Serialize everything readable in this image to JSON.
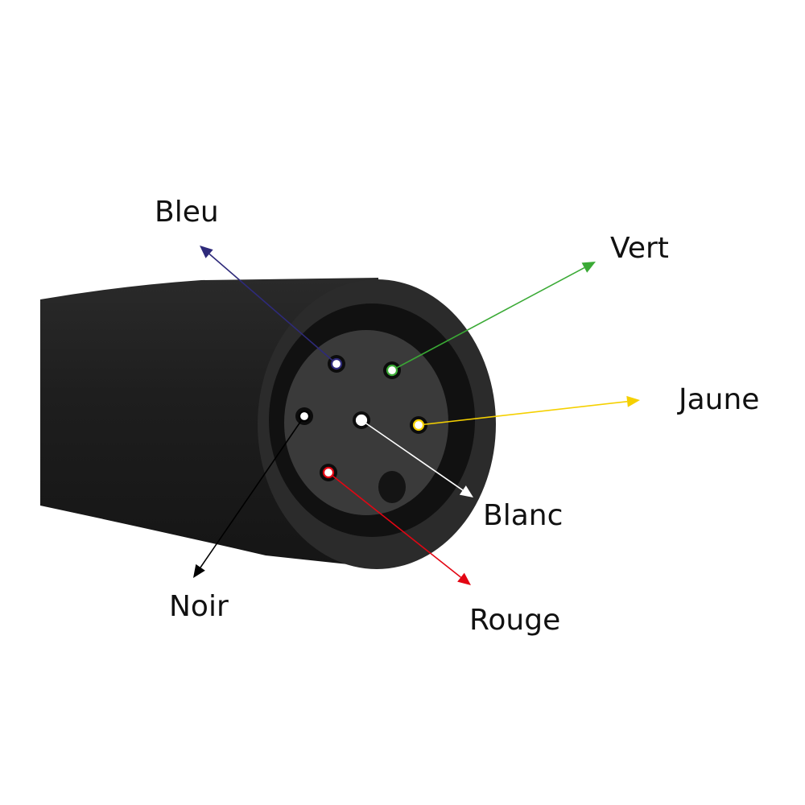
{
  "diagram": {
    "pins": [
      {
        "id": "bleu",
        "label": "Bleu",
        "color": "#2e2a7a"
      },
      {
        "id": "vert",
        "label": "Vert",
        "color": "#3aaa35"
      },
      {
        "id": "jaune",
        "label": "Jaune",
        "color": "#f5d000"
      },
      {
        "id": "blanc",
        "label": "Blanc",
        "color": "#ffffff"
      },
      {
        "id": "noir",
        "label": "Noir",
        "color": "#000000"
      },
      {
        "id": "rouge",
        "label": "Rouge",
        "color": "#e30613"
      }
    ]
  }
}
